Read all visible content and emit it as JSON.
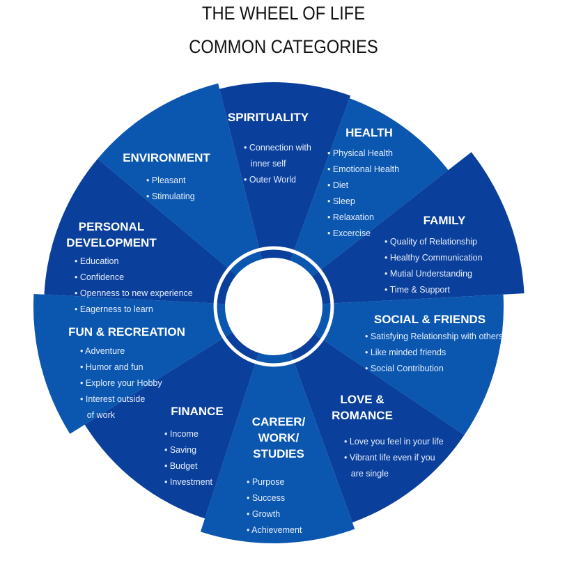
{
  "header": {
    "title_line1": "THE WHEEL OF LIFE",
    "title_line2": "COMMON CATEGORIES"
  },
  "colors": {
    "dark_blue": "#0a3f9c",
    "mid_blue": "#0b57b0",
    "ring": "#ffffff",
    "center": "#ffffff",
    "text": "#ffffff"
  },
  "segments": [
    {
      "id": "spirituality",
      "title_lines": [
        "SPIRITUALITY"
      ],
      "items": [
        [
          "Connection with",
          "inner self"
        ],
        [
          "Outer World"
        ]
      ],
      "shade": "dark"
    },
    {
      "id": "health",
      "title_lines": [
        "HEALTH"
      ],
      "items": [
        [
          "Physical Health"
        ],
        [
          "Emotional Health"
        ],
        [
          "Diet"
        ],
        [
          "Sleep"
        ],
        [
          "Relaxation"
        ],
        [
          "Excercise"
        ]
      ],
      "shade": "mid"
    },
    {
      "id": "family",
      "title_lines": [
        "FAMILY"
      ],
      "items": [
        [
          "Quality of Relationship"
        ],
        [
          "Healthy Communication"
        ],
        [
          "Mutial Understanding"
        ],
        [
          "Time & Support"
        ]
      ],
      "shade": "dark"
    },
    {
      "id": "social-friends",
      "title_lines": [
        "SOCIAL & FRIENDS"
      ],
      "items": [
        [
          "Satisfying Relationship with others"
        ],
        [
          "Like minded friends"
        ],
        [
          "Social Contribution"
        ]
      ],
      "shade": "mid"
    },
    {
      "id": "love-romance",
      "title_lines": [
        "LOVE &",
        "ROMANCE"
      ],
      "items": [
        [
          "Love you feel in your life"
        ],
        [
          "Vibrant life even if you",
          "are single"
        ]
      ],
      "shade": "dark"
    },
    {
      "id": "career-work-studies",
      "title_lines": [
        "CAREER/",
        "WORK/",
        "STUDIES"
      ],
      "items": [
        [
          "Purpose"
        ],
        [
          "Success"
        ],
        [
          "Growth"
        ],
        [
          "Achievement"
        ]
      ],
      "shade": "mid"
    },
    {
      "id": "finance",
      "title_lines": [
        "FINANCE"
      ],
      "items": [
        [
          "Income"
        ],
        [
          "Saving"
        ],
        [
          "Budget"
        ],
        [
          "Investment"
        ]
      ],
      "shade": "dark"
    },
    {
      "id": "fun-recreation",
      "title_lines": [
        "FUN & RECREATION"
      ],
      "items": [
        [
          "Adventure"
        ],
        [
          "Humor and fun"
        ],
        [
          "Explore your Hobby"
        ],
        [
          "Interest outside",
          "of work"
        ]
      ],
      "shade": "mid"
    },
    {
      "id": "personal-development",
      "title_lines": [
        "PERSONAL",
        "DEVELOPMENT"
      ],
      "items": [
        [
          "Education"
        ],
        [
          "Confidence"
        ],
        [
          "Openness to new experience"
        ],
        [
          "Eagerness to learn"
        ]
      ],
      "shade": "dark"
    },
    {
      "id": "environment",
      "title_lines": [
        "ENVIRONMENT"
      ],
      "items": [
        [
          "Pleasant"
        ],
        [
          "Stimulating"
        ]
      ],
      "shade": "mid"
    }
  ]
}
